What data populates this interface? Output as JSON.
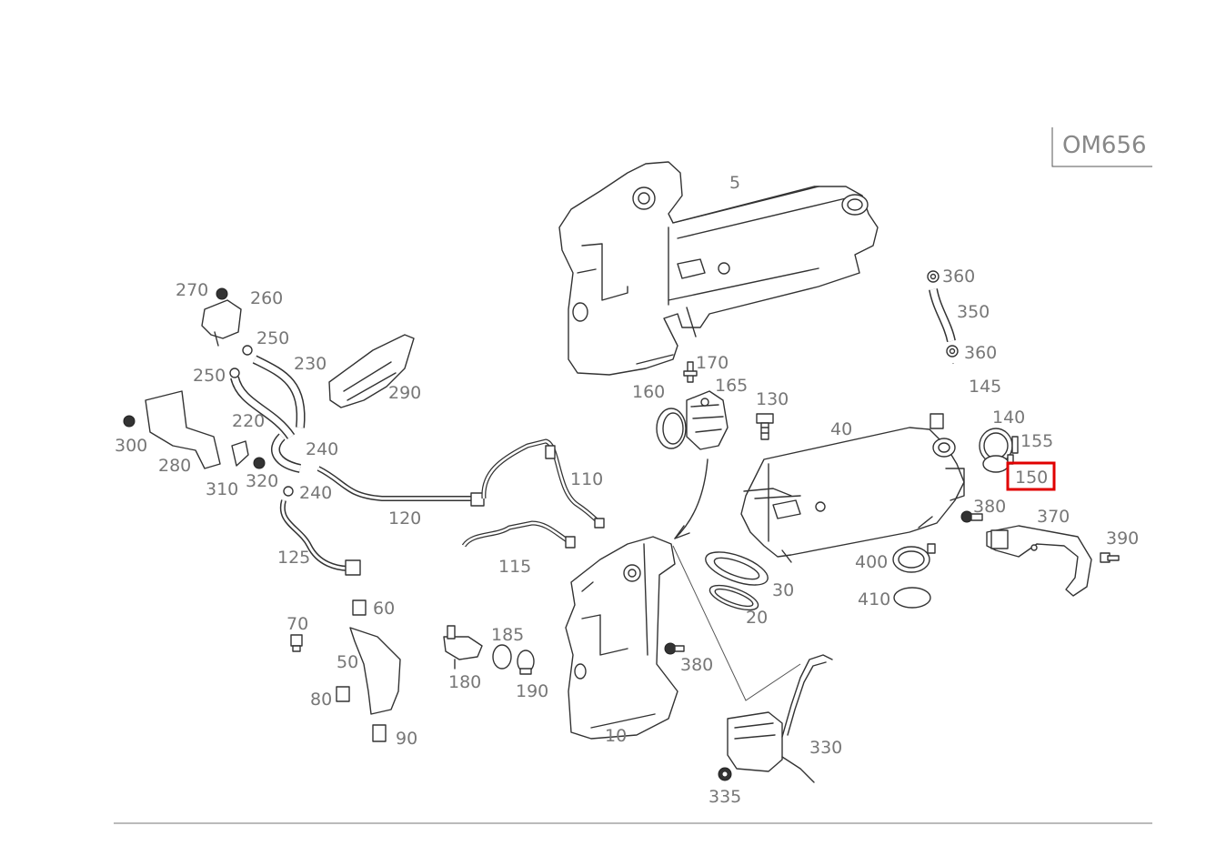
{
  "model_code": "OM656",
  "highlighted_part": "150",
  "highlight_color": "#e00000",
  "labels": [
    "5",
    "10",
    "20",
    "30",
    "40",
    "50",
    "60",
    "70",
    "80",
    "90",
    "110",
    "115",
    "120",
    "125",
    "130",
    "140",
    "145",
    "150",
    "155",
    "160",
    "165",
    "170",
    "180",
    "185",
    "190",
    "220",
    "230",
    "240",
    "240",
    "250",
    "250",
    "260",
    "270",
    "280",
    "290",
    "300",
    "310",
    "320",
    "330",
    "335",
    "350",
    "360",
    "360",
    "370",
    "380",
    "380",
    "390",
    "400",
    "410"
  ]
}
